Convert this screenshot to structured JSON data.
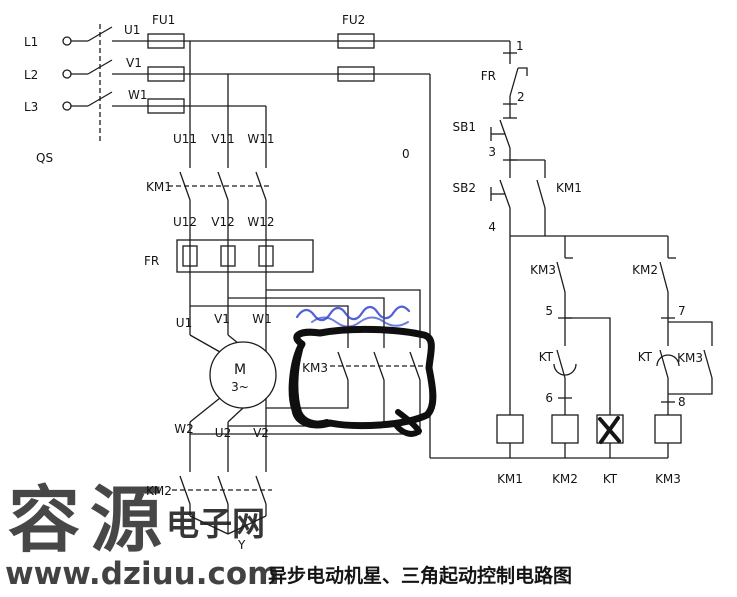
{
  "title": "异步电动机星、三角起动控制电路图",
  "watermark": {
    "brand_large": "容源",
    "brand_small": "电子网",
    "url": "www.dziuu.com",
    "brand_color": "#64a8d2",
    "accent_color": "#f5a83e"
  },
  "colors": {
    "line": "#1c1c1c",
    "annotation_black": "#0f0f0f",
    "annotation_blue": "#3347cc",
    "background": "#ffffff"
  },
  "power": {
    "phases": [
      "L1",
      "L2",
      "L3"
    ],
    "switch": "QS",
    "wire_labels_top": [
      "U1",
      "V1",
      "W1"
    ],
    "fuse_main": "FU1",
    "fuse_control": "FU2",
    "wires_u11": [
      "U11",
      "V11",
      "W11"
    ],
    "contactor_main": "KM1",
    "wires_u12": [
      "U12",
      "V12",
      "W12"
    ],
    "thermal_relay": "FR",
    "motor_top": [
      "U1",
      "V1",
      "W1"
    ],
    "motor_label": "M",
    "motor_type": "3~",
    "motor_bottom": [
      "W2",
      "U2",
      "V2"
    ],
    "contactor_star": "KM2",
    "star_point": "Y",
    "contactor_delta": "KM3"
  },
  "control": {
    "neutral": "0",
    "nodes": [
      "1",
      "2",
      "3",
      "4",
      "5",
      "6",
      "7",
      "8"
    ],
    "fr_contact": "FR",
    "stop_button": "SB1",
    "start_button": "SB2",
    "km1_aux": "KM1",
    "km3_interlock": "KM3",
    "km2_interlock": "KM2",
    "kt_delay_contact": "KT",
    "kt_right_contact": "KT",
    "km3_aux": "KM3",
    "coils": [
      "KM1",
      "KM2",
      "KT",
      "KM3"
    ]
  }
}
